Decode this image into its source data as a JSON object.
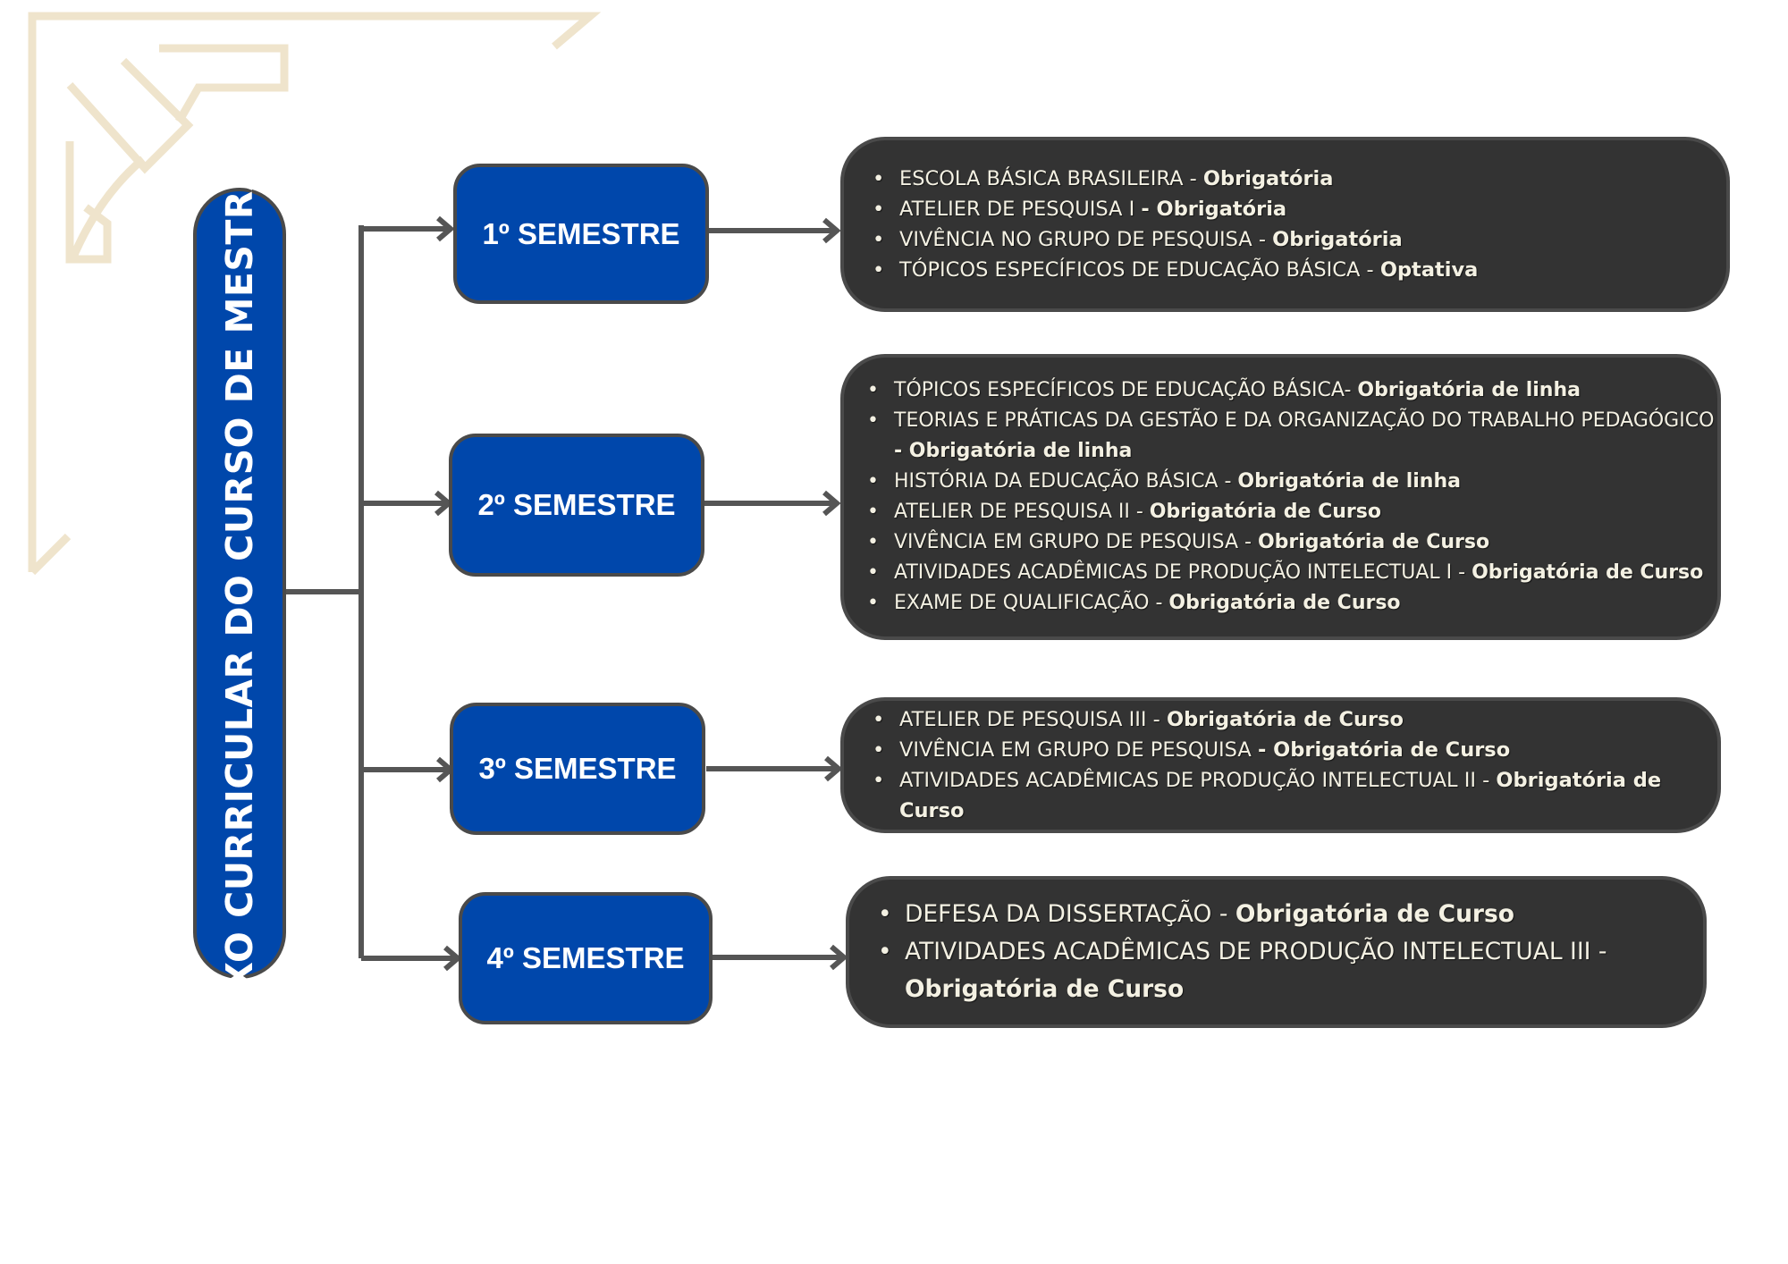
{
  "title": "FLUXO CURRICULAR DO CURSO DE MESTRADO",
  "colors": {
    "blue": "#0047AB",
    "dark": "#333333",
    "border": "#4a4a4a",
    "gold_deco": "#efe4cc",
    "text_light": "#f4f1e3"
  },
  "semesters": [
    {
      "label": "1º SEMESTRE",
      "courses": [
        {
          "name": "ESCOLA BÁSICA BRASILEIRA - ",
          "type": "Obrigatória"
        },
        {
          "name": "ATELIER DE PESQUISA I ",
          "type": " - Obrigatória"
        },
        {
          "name": "VIVÊNCIA NO GRUPO DE PESQUISA - ",
          "type": "Obrigatória"
        },
        {
          "name": "TÓPICOS ESPECÍFICOS DE EDUCAÇÃO BÁSICA  - ",
          "type": "Optativa"
        }
      ]
    },
    {
      "label": "2º SEMESTRE",
      "courses": [
        {
          "name": "TÓPICOS ESPECÍFICOS DE EDUCAÇÃO BÁSICA- ",
          "type": "Obrigatória de linha"
        },
        {
          "name": "TEORIAS E PRÁTICAS DA GESTÃO E DA ORGANIZAÇÃO DO TRABALHO PEDAGÓGICO ",
          "type": "- Obrigatória de linha"
        },
        {
          "name": "HISTÓRIA DA EDUCAÇÃO BÁSICA - ",
          "type": "Obrigatória de linha"
        },
        {
          "name": "ATELIER DE PESQUISA II - ",
          "type": "Obrigatória de Curso"
        },
        {
          "name": "VIVÊNCIA EM GRUPO DE PESQUISA - ",
          "type": "Obrigatória de Curso"
        },
        {
          "name": "ATIVIDADES ACADÊMICAS DE PRODUÇÃO INTELECTUAL I - ",
          "type": "Obrigatória de Curso"
        },
        {
          "name": "EXAME DE QUALIFICAÇÃO - ",
          "type": "Obrigatória de Curso"
        }
      ]
    },
    {
      "label": "3º SEMESTRE",
      "courses": [
        {
          "name": "ATELIER DE PESQUISA III - ",
          "type": "Obrigatória de Curso"
        },
        {
          "name": "VIVÊNCIA EM GRUPO DE PESQUISA  ",
          "type": "- Obrigatória de Curso"
        },
        {
          "name": "ATIVIDADES ACADÊMICAS DE PRODUÇÃO INTELECTUAL II - ",
          "type": "Obrigatória de Curso"
        }
      ]
    },
    {
      "label": "4º SEMESTRE",
      "courses": [
        {
          "name": "DEFESA DA DISSERTAÇÃO - ",
          "type": "Obrigatória de Curso"
        },
        {
          "name": "ATIVIDADES ACADÊMICAS DE PRODUÇÃO INTELECTUAL III  - ",
          "type": "Obrigatória de Curso"
        }
      ]
    }
  ]
}
